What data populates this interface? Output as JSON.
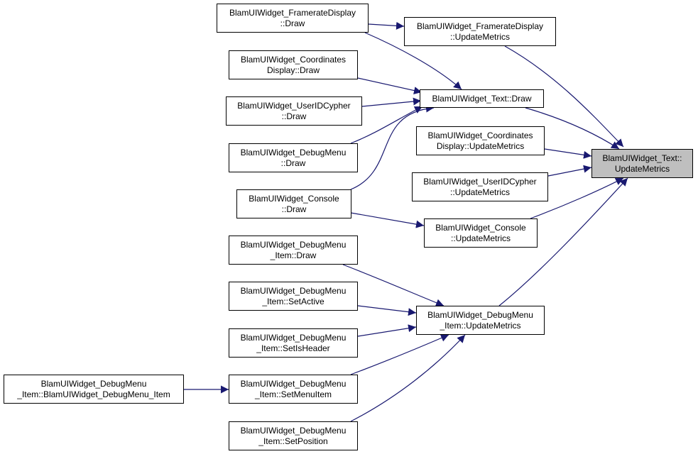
{
  "colors": {
    "edge": "#191970",
    "border": "#000000",
    "node_fill": "#ffffff",
    "focus_fill": "#bfbfbf"
  },
  "nodes": {
    "target": {
      "line1": "BlamUIWidget_Text::",
      "line2": "UpdateMetrics"
    },
    "text_draw": {
      "line1": "BlamUIWidget_Text::Draw",
      "line2": ""
    },
    "fps_update": {
      "line1": "BlamUIWidget_FramerateDisplay",
      "line2": "::UpdateMetrics"
    },
    "fps_draw": {
      "line1": "BlamUIWidget_FramerateDisplay",
      "line2": "::Draw"
    },
    "coords_draw": {
      "line1": "BlamUIWidget_Coordinates",
      "line2": "Display::Draw"
    },
    "userid_draw": {
      "line1": "BlamUIWidget_UserIDCypher",
      "line2": "::Draw"
    },
    "debugmenu_draw": {
      "line1": "BlamUIWidget_DebugMenu",
      "line2": "::Draw"
    },
    "console_draw": {
      "line1": "BlamUIWidget_Console",
      "line2": "::Draw"
    },
    "coords_update": {
      "line1": "BlamUIWidget_Coordinates",
      "line2": "Display::UpdateMetrics"
    },
    "userid_update": {
      "line1": "BlamUIWidget_UserIDCypher",
      "line2": "::UpdateMetrics"
    },
    "console_update": {
      "line1": "BlamUIWidget_Console",
      "line2": "::UpdateMetrics"
    },
    "item_update": {
      "line1": "BlamUIWidget_DebugMenu",
      "line2": "_Item::UpdateMetrics"
    },
    "item_draw": {
      "line1": "BlamUIWidget_DebugMenu",
      "line2": "_Item::Draw"
    },
    "item_setactive": {
      "line1": "BlamUIWidget_DebugMenu",
      "line2": "_Item::SetActive"
    },
    "item_setisheader": {
      "line1": "BlamUIWidget_DebugMenu",
      "line2": "_Item::SetIsHeader"
    },
    "item_setmenuitem": {
      "line1": "BlamUIWidget_DebugMenu",
      "line2": "_Item::SetMenuItem"
    },
    "item_setposition": {
      "line1": "BlamUIWidget_DebugMenu",
      "line2": "_Item::SetPosition"
    },
    "item_ctor": {
      "line1": "BlamUIWidget_DebugMenu",
      "line2": "_Item::BlamUIWidget_DebugMenu_Item"
    }
  },
  "edges": [
    {
      "from": "fps_update",
      "to": "target"
    },
    {
      "from": "text_draw",
      "to": "target"
    },
    {
      "from": "coords_update",
      "to": "target"
    },
    {
      "from": "userid_update",
      "to": "target"
    },
    {
      "from": "console_update",
      "to": "target"
    },
    {
      "from": "item_update",
      "to": "target"
    },
    {
      "from": "fps_draw",
      "to": "fps_update"
    },
    {
      "from": "fps_draw",
      "to": "text_draw"
    },
    {
      "from": "coords_draw",
      "to": "text_draw"
    },
    {
      "from": "userid_draw",
      "to": "text_draw"
    },
    {
      "from": "debugmenu_draw",
      "to": "text_draw"
    },
    {
      "from": "console_draw",
      "to": "text_draw"
    },
    {
      "from": "console_draw",
      "to": "console_update"
    },
    {
      "from": "item_draw",
      "to": "item_update"
    },
    {
      "from": "item_setactive",
      "to": "item_update"
    },
    {
      "from": "item_setisheader",
      "to": "item_update"
    },
    {
      "from": "item_setmenuitem",
      "to": "item_update"
    },
    {
      "from": "item_setposition",
      "to": "item_update"
    },
    {
      "from": "item_ctor",
      "to": "item_setmenuitem"
    }
  ]
}
